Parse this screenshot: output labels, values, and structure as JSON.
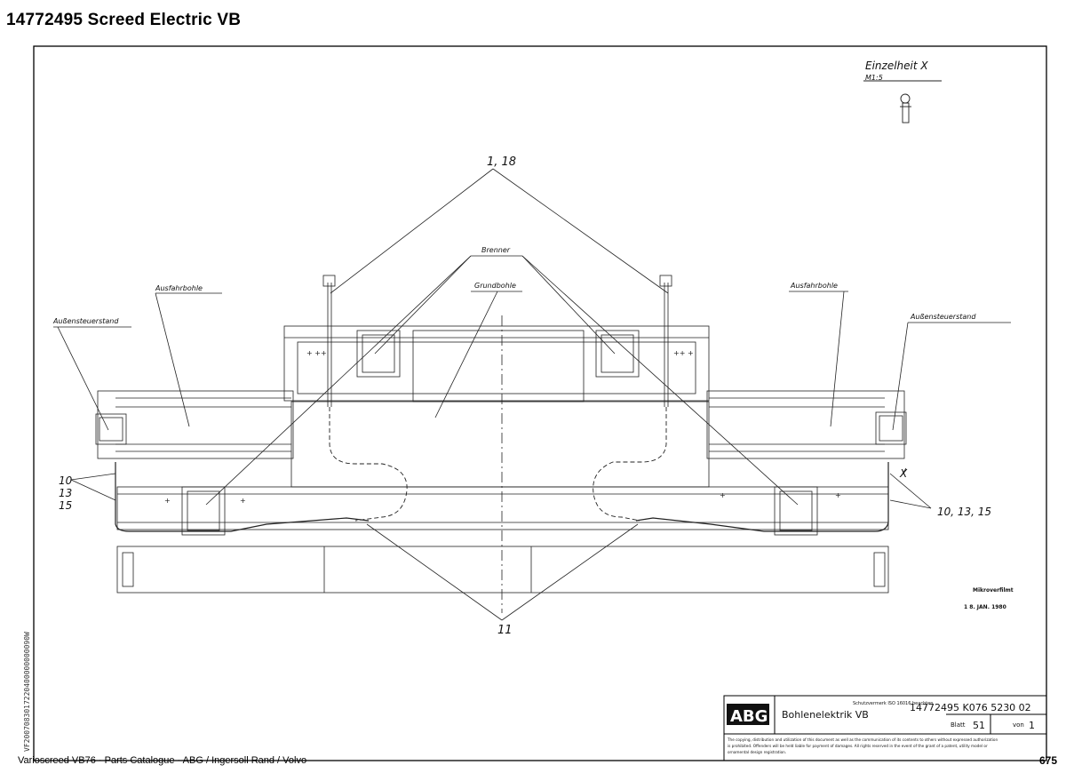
{
  "header": {
    "title": "14772495  Screed Electric VB"
  },
  "drawing": {
    "detail_title": "Einzelheit  X",
    "detail_scale": "M1:5",
    "callout_1_18": "1, 18",
    "callout_11": "11",
    "callout_left_10": "10",
    "callout_left_13": "13",
    "callout_left_15": "15",
    "callout_right": "10, 13, 15",
    "callout_x": "X",
    "label_brenner": "Brenner",
    "label_grundbohle": "Grundbohle",
    "label_ausfahrbohle_left": "Ausfahrbohle",
    "label_ausfahrbohle_right": "Ausfahrbohle",
    "label_aussensteuerstand_left": "Außensteuerstand",
    "label_aussensteuerstand_right": "Außensteuerstand",
    "stamp_line1": "Mikroverfilmt",
    "stamp_line2": "1 8. JAN. 1980"
  },
  "title_block": {
    "logo": "ABG",
    "notice_top": "Schutzvermerk ISO 16016 beachten",
    "drawing_name": "Bohlenelektrik VB",
    "drawing_number": "14772495 K076 5230 02",
    "sheet_label": "Blatt",
    "sheet_number": "51",
    "of_label": "von",
    "sheet_total": "1",
    "copyright_1": "The copying, distribution and utilization of this document as well as the communication of its contents to others without expressed authorization",
    "copyright_2": "is prohibited. Offenders will be held liable for payment of damages. All rights reserved in the event of the grant of a patent, utility model or",
    "copyright_3": "ornamental design registration."
  },
  "side_code": "VF2007083017220400000000090W",
  "footer": {
    "left": "Varioscreed VB76  ·  Parts Catalogue  ·  ABG / Ingersoll Rand / Volvo",
    "page": "675"
  }
}
